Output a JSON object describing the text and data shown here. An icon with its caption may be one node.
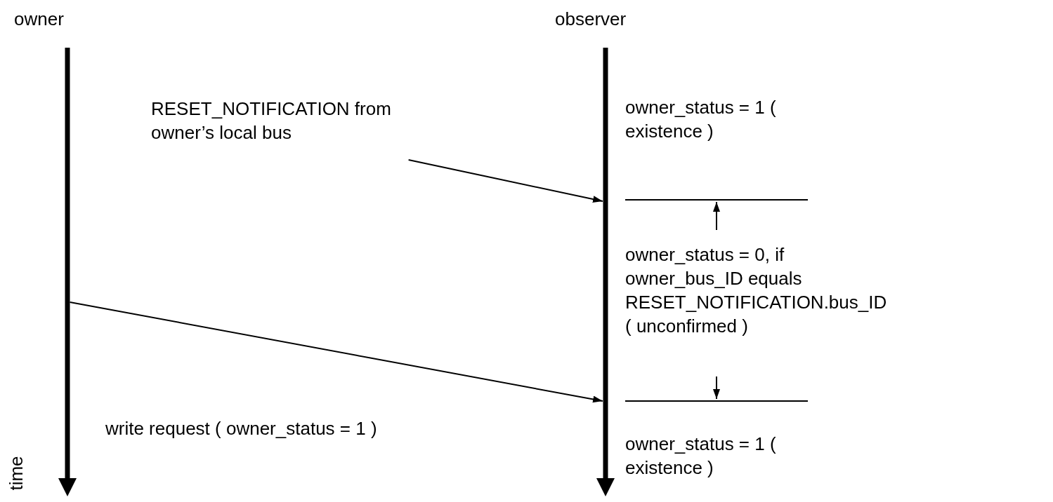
{
  "diagram": {
    "nodes": [
      {
        "text": [],
        "shape": "bar"
      },
      {
        "text": [],
        "shape": "bar"
      },
      {
        "text": [
          "RESET_NOTIFICATION from owner’s local bus"
        ]
      }
    ],
    "edges": [
      {
        "from": 2,
        "to": 1,
        "arrow": "to"
      },
      {
        "from": 0,
        "to": 1,
        "arrow": "to",
        "label": "write request ( owner_status = 1 )"
      }
    ],
    "labels": [
      "owner",
      "observer",
      "owner_status = 1 ( existence )",
      "owner_status = 0, if owner_bus_ID equals RESET_NOTIFICATION.bus_ID ( unconfirmed )",
      "owner_status = 1 ( existence )",
      "time"
    ]
  }
}
